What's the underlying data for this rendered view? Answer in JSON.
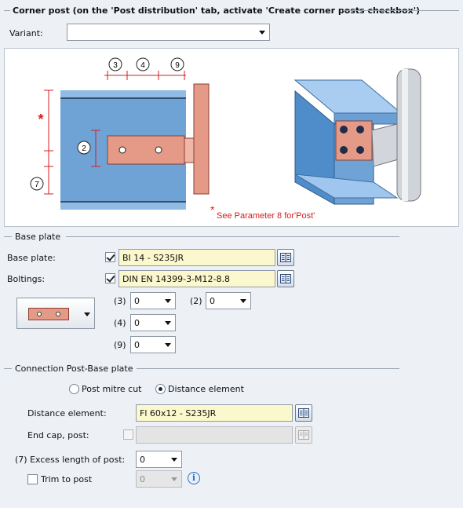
{
  "header": {
    "title": "Corner post (on the 'Post distribution' tab, activate 'Create corner posts checkbox')"
  },
  "variant": {
    "label": "Variant:",
    "value": ""
  },
  "diagram": {
    "dim_labels": [
      "3",
      "4",
      "9"
    ],
    "side_labels": [
      "2",
      "7"
    ],
    "asterisk": "*",
    "note": "See Parameter 8 for'Post'",
    "colors": {
      "beam": "#6fa3d6",
      "plate": "#e59a87",
      "dimension": "#d61d1d"
    }
  },
  "base_plate": {
    "section_title": "Base plate",
    "base_plate_label": "Base plate:",
    "base_plate_value": "BI 14 - S235JR",
    "boltings_label": "Boltings:",
    "boltings_value": "DIN EN 14399-3-M12-8.8",
    "params": [
      {
        "label": "(3)",
        "value": "0"
      },
      {
        "label": "(2)",
        "value": "0"
      },
      {
        "label": "(4)",
        "value": "0"
      },
      {
        "label": "(9)",
        "value": "0"
      }
    ]
  },
  "connection": {
    "section_title": "Connection Post-Base plate",
    "radio_mitre": "Post mitre cut",
    "radio_distance": "Distance element",
    "distance_label": "Distance element:",
    "distance_value": "Fl 60x12 - S235JR",
    "endcap_label": "End cap, post:",
    "endcap_value": "",
    "excess_label": "(7) Excess length of post:",
    "excess_value": "0",
    "trim_label": "Trim to post",
    "trim_value": "0",
    "info_glyph": "i"
  }
}
